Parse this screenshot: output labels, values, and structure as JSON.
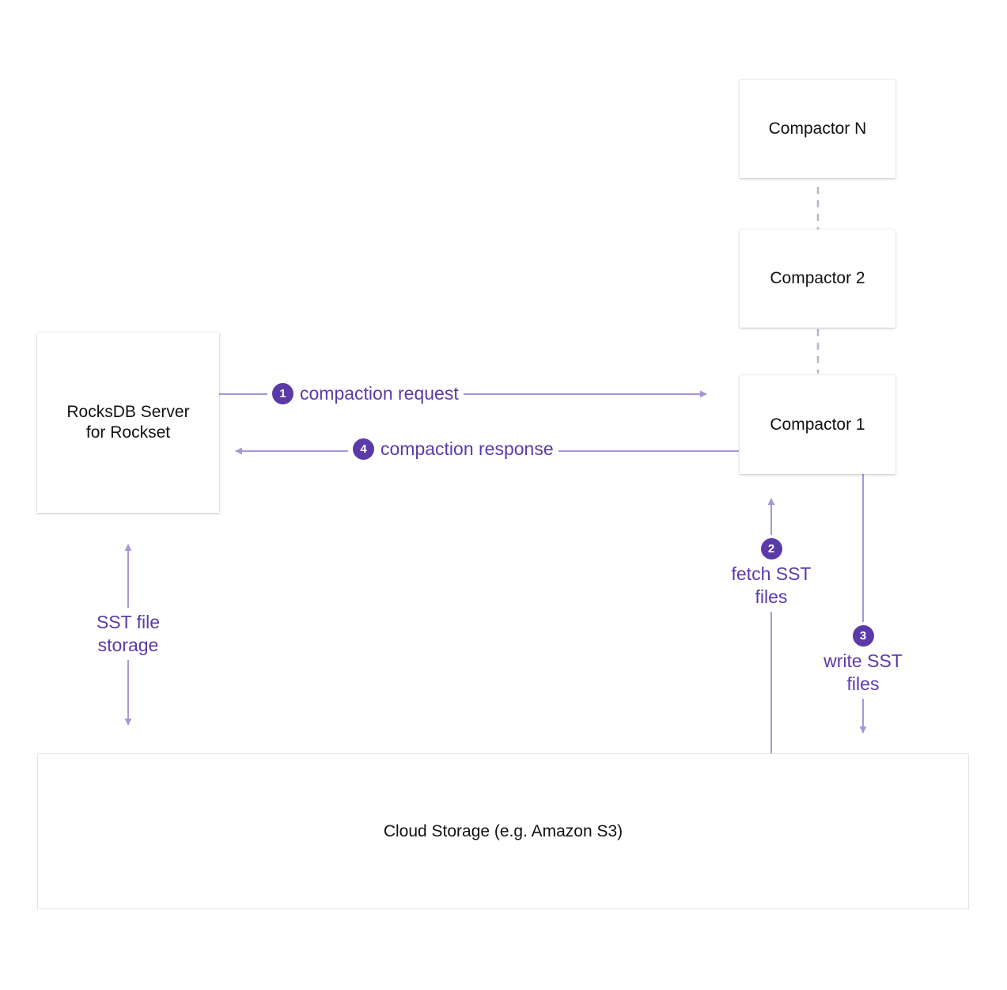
{
  "colors": {
    "accent": "#5b3aa8",
    "connector": "#a996d6",
    "dashed_connector": "#b6b6c8",
    "box_text": "#111111"
  },
  "nodes": {
    "rocksdb_server": {
      "line1": "RocksDB Server",
      "line2": "for Rockset"
    },
    "compactor_n": {
      "label": "Compactor N"
    },
    "compactor_2": {
      "label": "Compactor 2"
    },
    "compactor_1": {
      "label": "Compactor 1"
    },
    "cloud_storage": {
      "label": "Cloud Storage (e.g. Amazon S3)"
    }
  },
  "edges": {
    "compaction_request": {
      "step": "1",
      "label": "compaction request"
    },
    "compaction_response": {
      "step": "4",
      "label": "compaction response"
    },
    "fetch_sst": {
      "step": "2",
      "line1": "fetch SST",
      "line2": "files"
    },
    "write_sst": {
      "step": "3",
      "line1": "write SST",
      "line2": "files"
    },
    "sst_storage": {
      "line1": "SST file",
      "line2": "storage"
    }
  }
}
